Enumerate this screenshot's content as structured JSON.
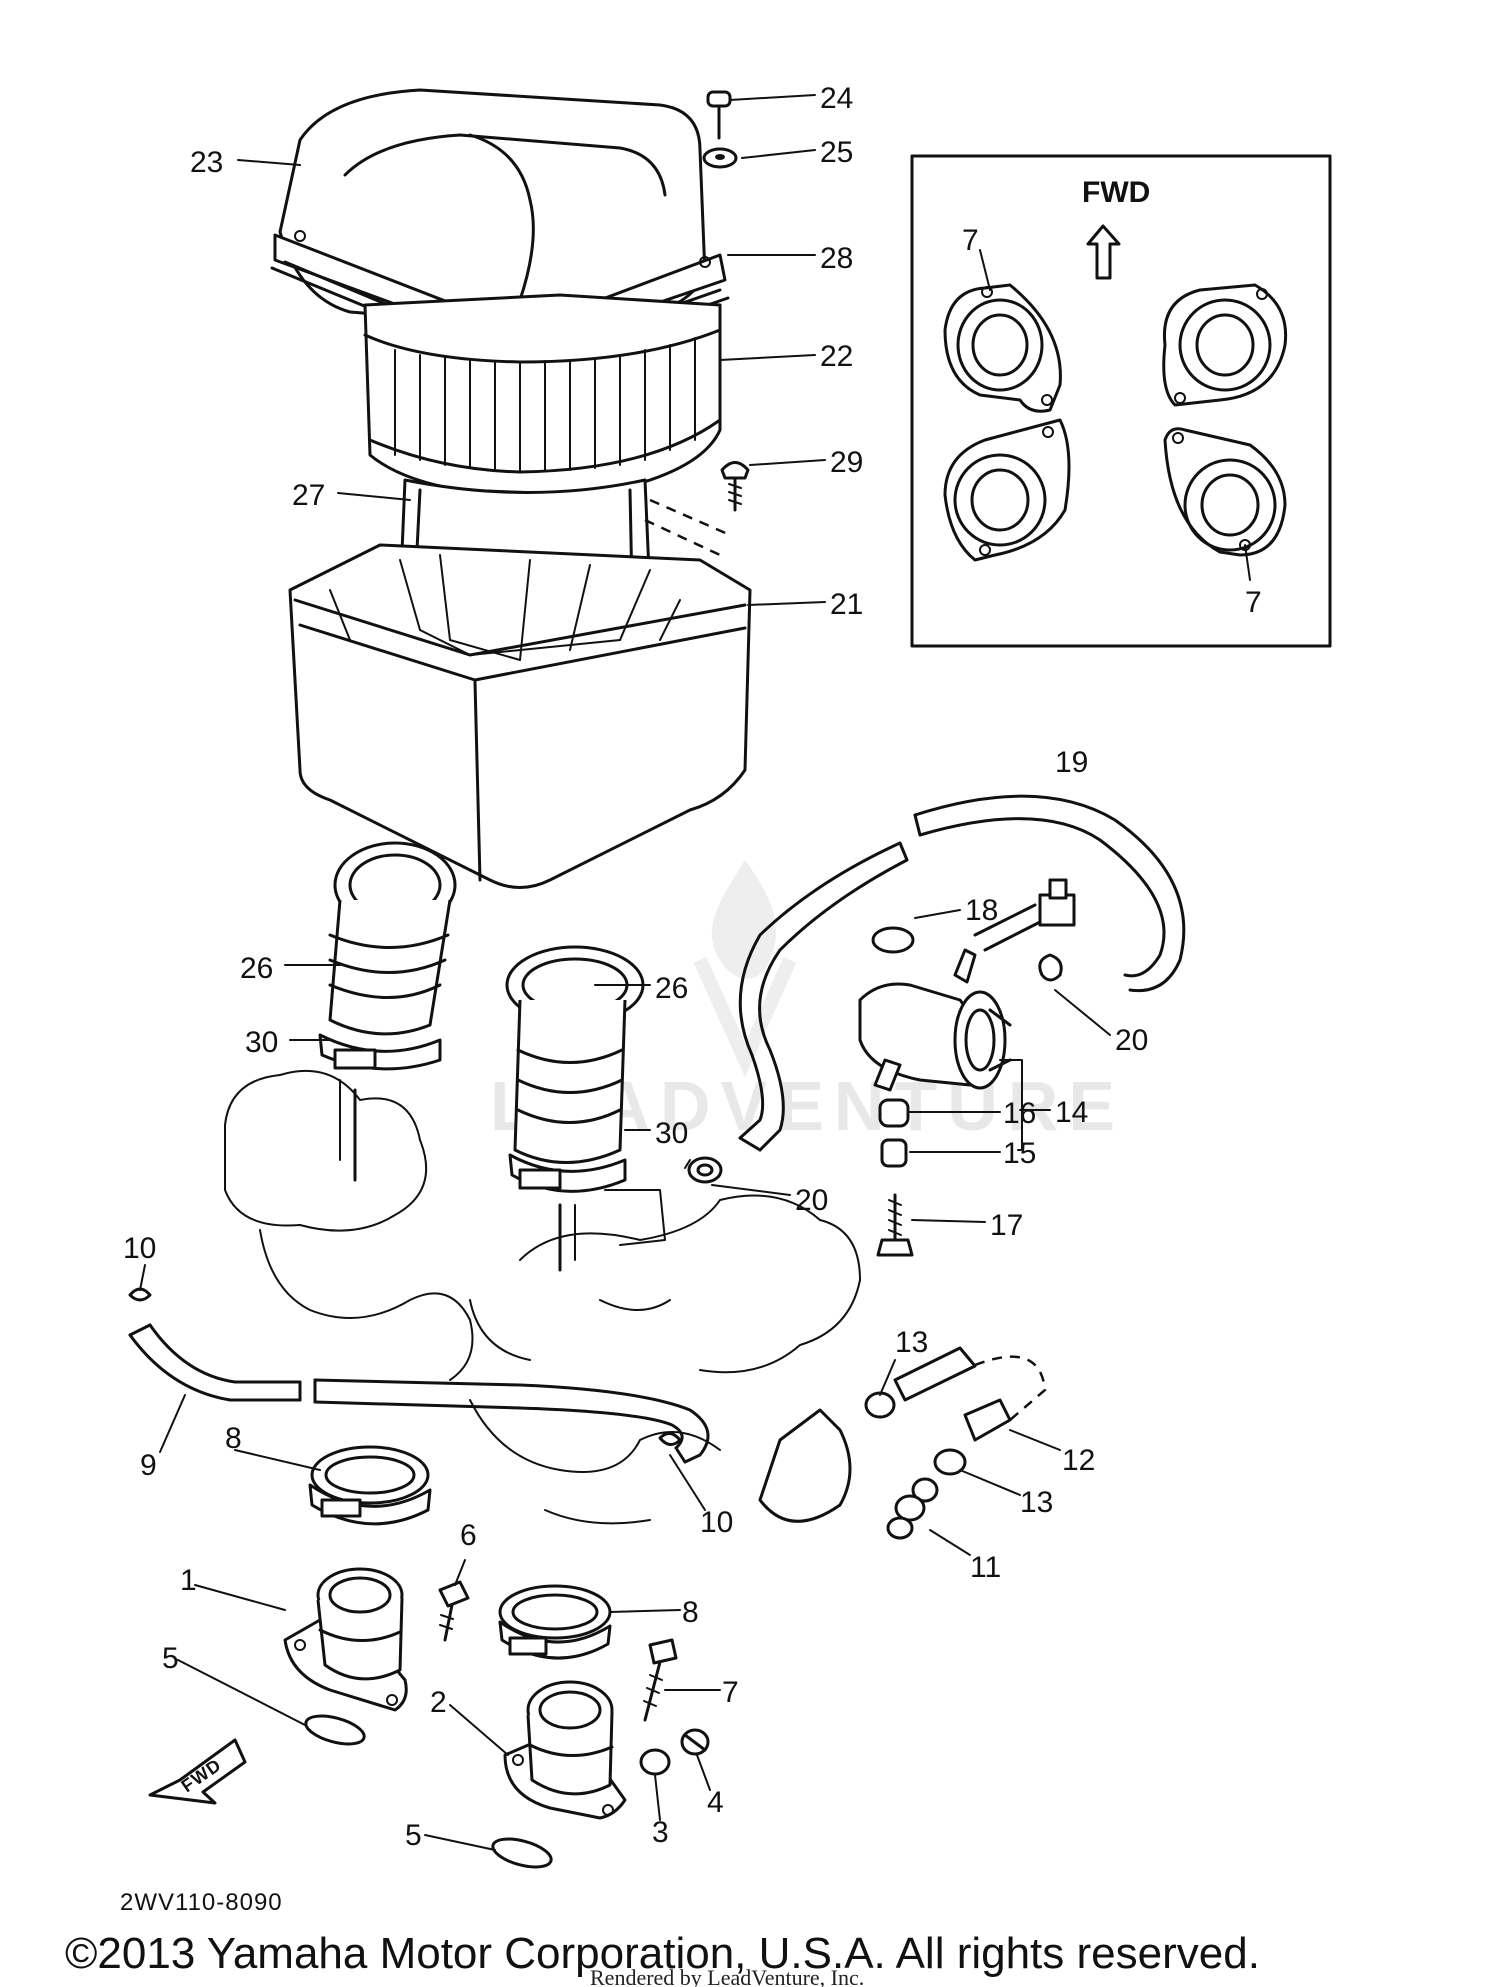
{
  "diagram": {
    "callouts": {
      "c1": "1",
      "c2": "2",
      "c3": "3",
      "c4": "4",
      "c5a": "5",
      "c5b": "5",
      "c6": "6",
      "c7a": "7",
      "c7b": "7",
      "c7c": "7",
      "c8a": "8",
      "c8b": "8",
      "c9": "9",
      "c10a": "10",
      "c10b": "10",
      "c11": "11",
      "c12": "12",
      "c13a": "13",
      "c13b": "13",
      "c14": "14",
      "c15": "15",
      "c16": "16",
      "c17": "17",
      "c18": "18",
      "c19": "19",
      "c20a": "20",
      "c20b": "20",
      "c21": "21",
      "c22": "22",
      "c23": "23",
      "c24": "24",
      "c25": "25",
      "c26a": "26",
      "c26b": "26",
      "c27": "27",
      "c28": "28",
      "c29": "29",
      "c30a": "30",
      "c30b": "30"
    },
    "inset_label": "FWD",
    "fwd_arrow_label": "FWD",
    "diagram_code": "2WV110-8090",
    "copyright": "©2013 Yamaha Motor Corporation, U.S.A. All rights reserved.",
    "render_note": "Rendered by LeadVenture, Inc.",
    "watermark": "LEADVENTURE"
  }
}
